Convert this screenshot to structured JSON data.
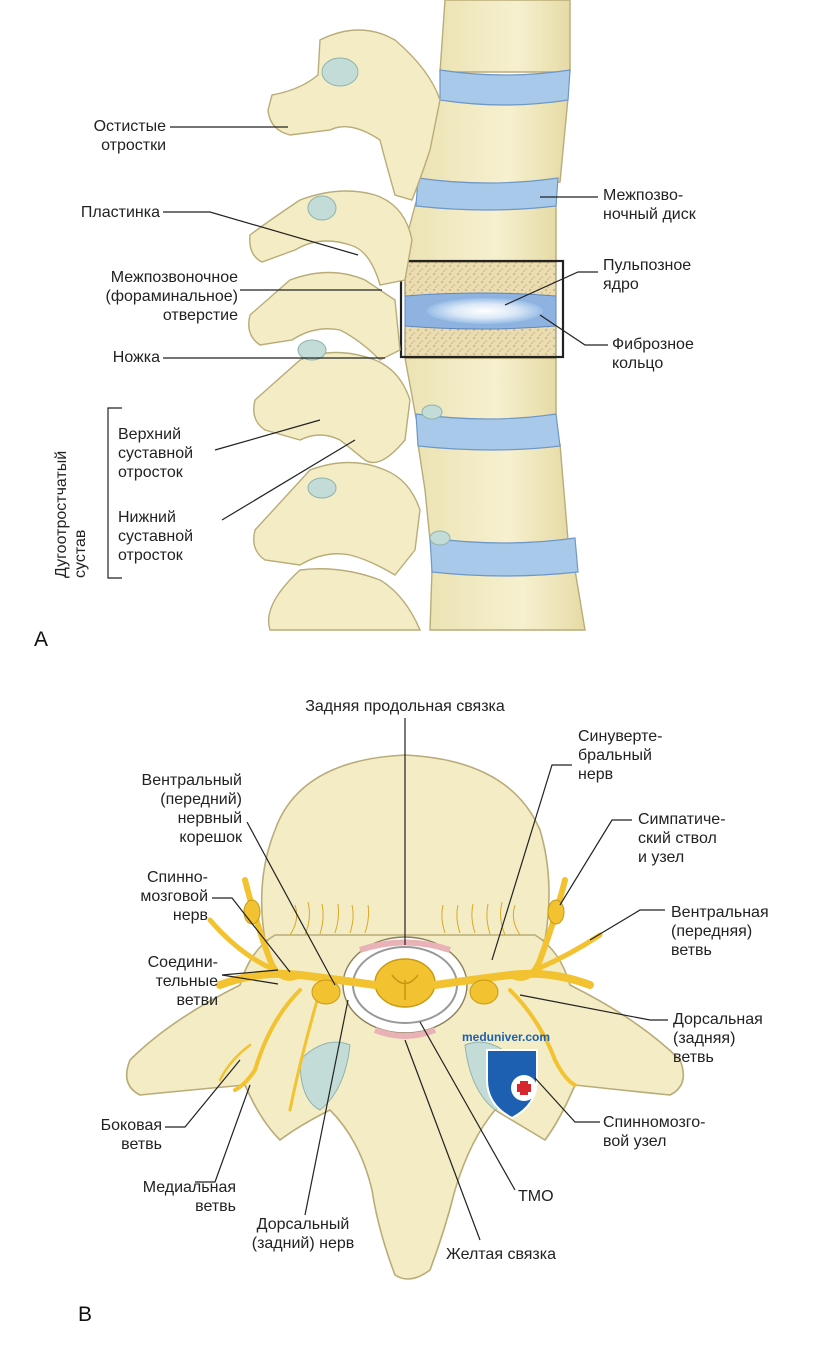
{
  "panel_a": {
    "letter": "A",
    "labels": {
      "spinous": "Остистые\nотростки",
      "lamina": "Пластинка",
      "foramen": "Межпозвоночное\n(фораминальное)\nотверстие",
      "pedicle": "Ножка",
      "facet_joint": "Дугоотростчатый\nсустав",
      "superior_process": "Верхний\nсуставной\nотросток",
      "inferior_process": "Нижний\nсуставной\nотросток",
      "disc": "Межпозво-\nночный диск",
      "nucleus": "Пульпозное\nядро",
      "annulus": "Фиброзное\nкольцо"
    }
  },
  "panel_b": {
    "letter": "B",
    "labels": {
      "pll": "Задняя продольная связка",
      "ventral_root": "Вентральный\n(передний)\nнервный\nкорешок",
      "spinal_nerve": "Спинно-\nмозговой\nнерв",
      "communicating": "Соедини-\nтельные\nветви",
      "lateral_branch": "Боковая\nветвь",
      "medial_branch": "Медиальная\nветвь",
      "dorsal_nerve": "Дорсальный\n(задний) нерв",
      "sinuvertebral": "Синуверте-\nбральный\nнерв",
      "sympathetic": "Симпатиче-\nский ствол\nи узел",
      "ventral_ramus": "Вентральная\n(передняя)\nветвь",
      "dorsal_ramus": "Дорсальная\n(задняя)\nветвь",
      "ganglion": "Спинномозго-\nвой узел",
      "dura": "ТМО",
      "flavum": "Желтая связка"
    },
    "watermark": "meduniver.com"
  },
  "colors": {
    "bone": "#f3ecc4",
    "bone_edge": "#b9ac78",
    "disc": "#a9c9ea",
    "nerve": "#f2c230",
    "cartilage": "#c4dcd7",
    "dura": "#e9b2b6"
  }
}
